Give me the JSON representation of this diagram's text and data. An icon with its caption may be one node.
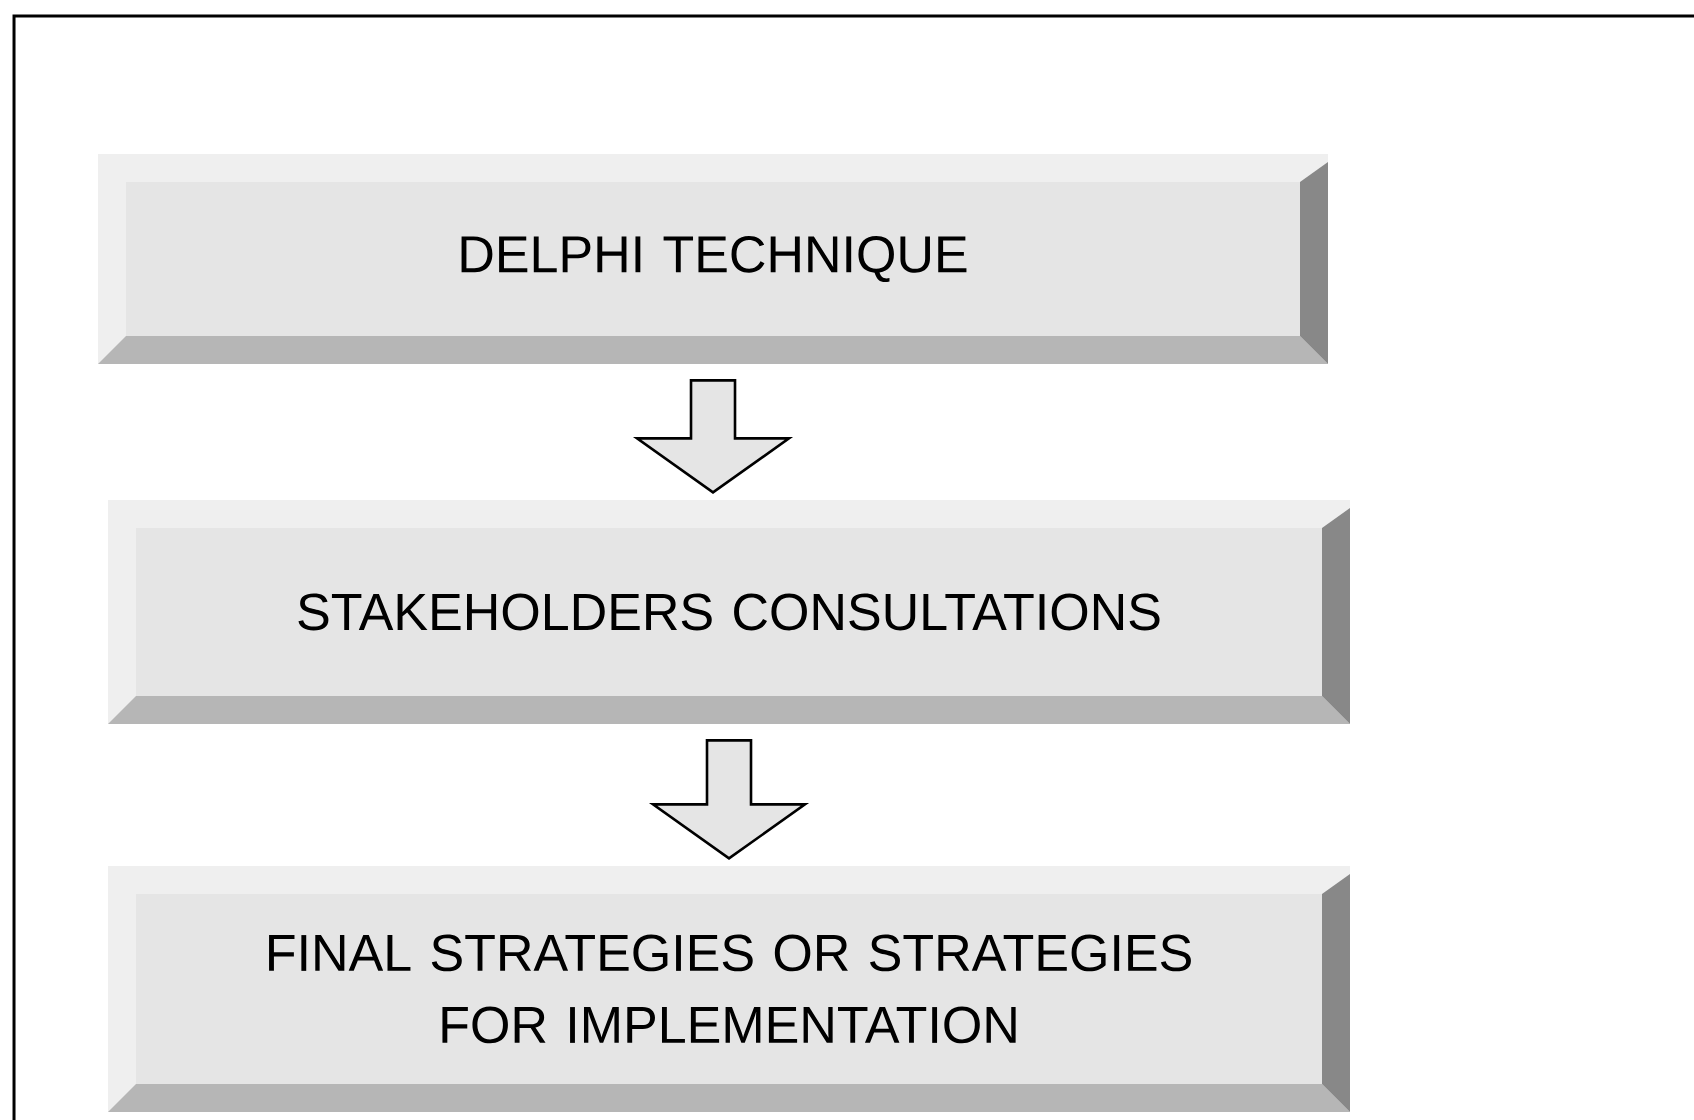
{
  "diagram": {
    "nodes": [
      {
        "text": [
          "DELPHI TECHNIQUE"
        ]
      },
      {
        "text": [
          "STAKEHOLDERS CONSULTATIONS"
        ]
      },
      {
        "text": [
          "FINAL STRATEGIES OR STRATEGIES FOR IMPLEMENTATION"
        ]
      }
    ],
    "edges": [
      {
        "from": 0,
        "to": 1,
        "arrow": "to"
      },
      {
        "from": 1,
        "to": 2,
        "arrow": "to"
      }
    ]
  }
}
